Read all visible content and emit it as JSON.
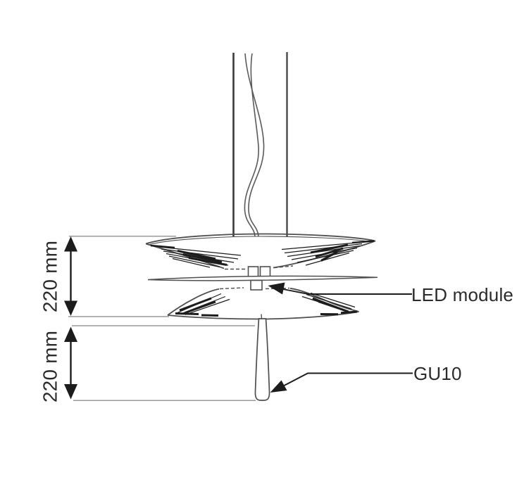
{
  "labels": {
    "dim_top": "220 mm",
    "dim_bottom": "220 mm",
    "led_module": "LED module",
    "gu10": "GU10"
  },
  "colors": {
    "bg": "#ffffff",
    "outline": "#4f4f4f",
    "light": "#9a9a9a",
    "hatch": "#1c1c1c",
    "anno": "#1c1c1c",
    "text": "#2b2b2b",
    "cable": "#3a3a3a",
    "cord": "#5a5a5a"
  }
}
